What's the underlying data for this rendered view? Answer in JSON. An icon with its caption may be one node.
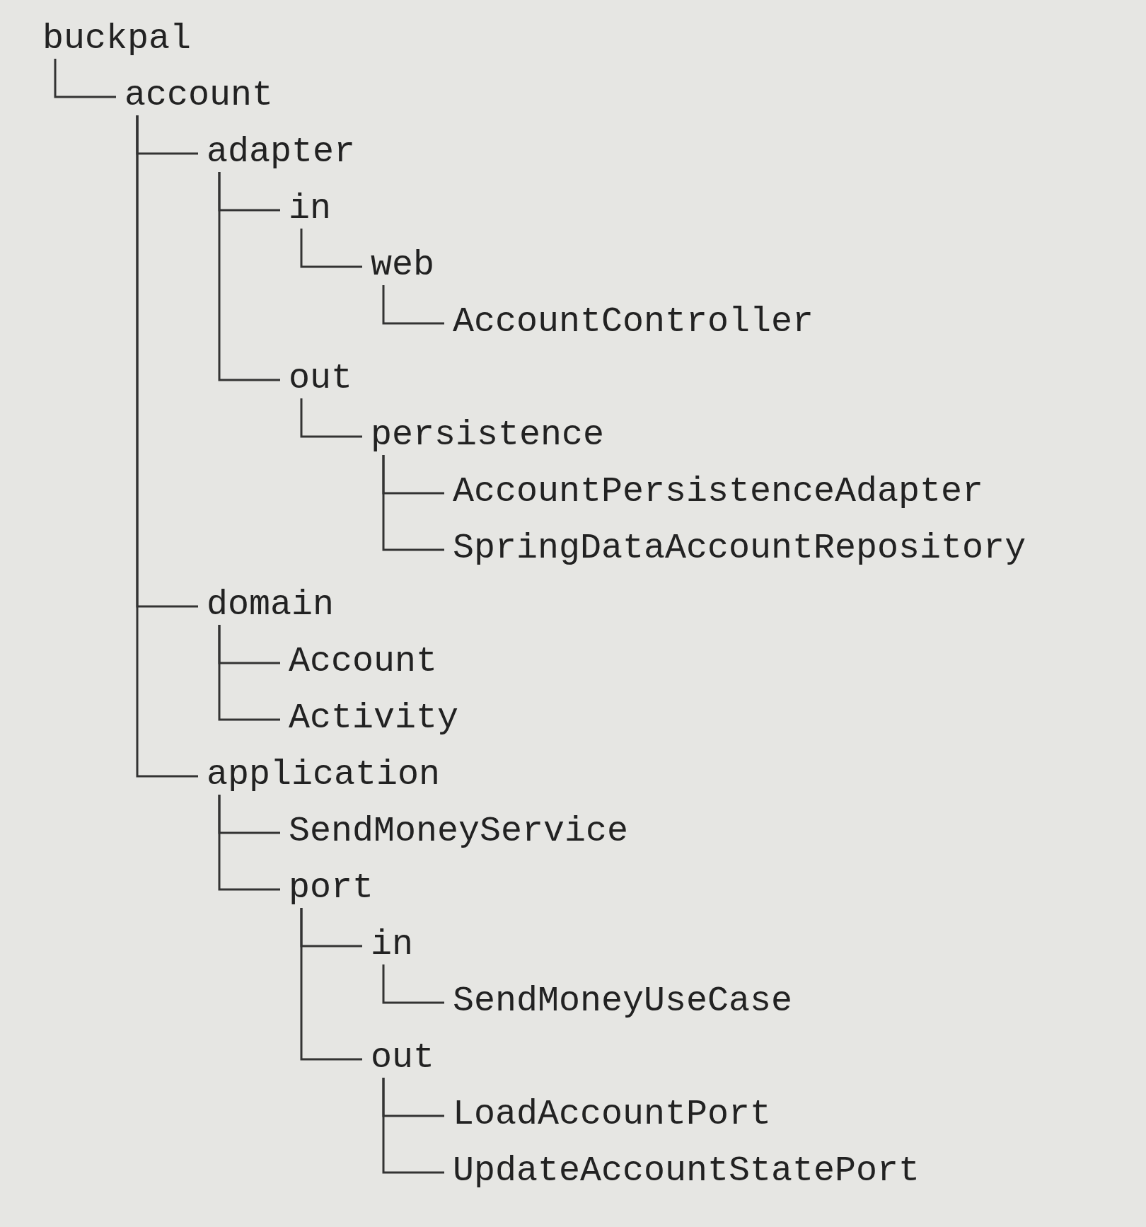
{
  "diagram": {
    "nodes": [
      {
        "text": [
          "buckpal"
        ]
      },
      {
        "text": [
          "account"
        ]
      },
      {
        "text": [
          "adapter"
        ]
      },
      {
        "text": [
          "in"
        ]
      },
      {
        "text": [
          "web"
        ]
      },
      {
        "text": [
          "AccountController"
        ]
      },
      {
        "text": [
          "out"
        ]
      },
      {
        "text": [
          "persistence"
        ]
      },
      {
        "text": [
          "AccountPersistenceAdapter"
        ]
      },
      {
        "text": [
          "SpringDataAccountRepository"
        ]
      },
      {
        "text": [
          "domain"
        ]
      },
      {
        "text": [
          "Account"
        ]
      },
      {
        "text": [
          "Activity"
        ]
      },
      {
        "text": [
          "application"
        ]
      },
      {
        "text": [
          "SendMoneyService"
        ]
      },
      {
        "text": [
          "port"
        ]
      },
      {
        "text": [
          "in"
        ]
      },
      {
        "text": [
          "SendMoneyUseCase"
        ]
      },
      {
        "text": [
          "out"
        ]
      },
      {
        "text": [
          "LoadAccountPort"
        ]
      },
      {
        "text": [
          "UpdateAccountStatePort"
        ]
      }
    ],
    "edges": [
      {
        "from": 0,
        "to": 1,
        "arrow": "none"
      },
      {
        "from": 1,
        "to": 2,
        "arrow": "none"
      },
      {
        "from": 2,
        "to": 3,
        "arrow": "none"
      },
      {
        "from": 3,
        "to": 4,
        "arrow": "none"
      },
      {
        "from": 4,
        "to": 5,
        "arrow": "none"
      },
      {
        "from": 2,
        "to": 6,
        "arrow": "none"
      },
      {
        "from": 6,
        "to": 7,
        "arrow": "none"
      },
      {
        "from": 7,
        "to": 8,
        "arrow": "none"
      },
      {
        "from": 7,
        "to": 9,
        "arrow": "none"
      },
      {
        "from": 1,
        "to": 10,
        "arrow": "none"
      },
      {
        "from": 10,
        "to": 11,
        "arrow": "none"
      },
      {
        "from": 10,
        "to": 12,
        "arrow": "none"
      },
      {
        "from": 1,
        "to": 13,
        "arrow": "none"
      },
      {
        "from": 13,
        "to": 14,
        "arrow": "none"
      },
      {
        "from": 13,
        "to": 15,
        "arrow": "none"
      },
      {
        "from": 15,
        "to": 16,
        "arrow": "none"
      },
      {
        "from": 16,
        "to": 17,
        "arrow": "none"
      },
      {
        "from": 15,
        "to": 18,
        "arrow": "none"
      },
      {
        "from": 18,
        "to": 19,
        "arrow": "none"
      },
      {
        "from": 18,
        "to": 20,
        "arrow": "none"
      }
    ]
  }
}
